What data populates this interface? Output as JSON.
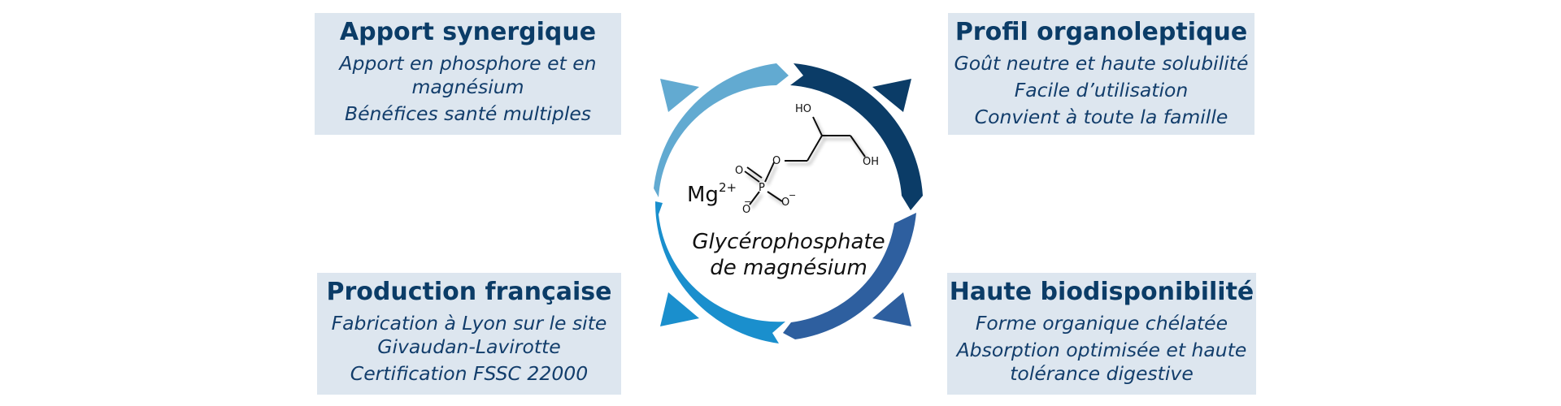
{
  "colors": {
    "box_bg": "#dde6ef",
    "title": "#0b3c67",
    "text": "#123d6b",
    "arc_top_left": "#62aad1",
    "arc_top_right": "#0b3c67",
    "arc_bottom_right": "#2e5f9f",
    "arc_bottom_left": "#1a8fcd"
  },
  "boxes": {
    "top_left": {
      "title": "Apport synergique",
      "lines": [
        "Apport en phosphore et en",
        "magnésium",
        "Bénéfices santé multiples"
      ]
    },
    "top_right": {
      "title": "Profil organoleptique",
      "lines": [
        "Goût neutre et haute solubilité",
        "Facile d’utilisation",
        "Convient à toute la famille"
      ]
    },
    "bottom_left": {
      "title": "Production française",
      "lines": [
        "Fabrication à Lyon sur le site",
        "Givaudan-Lavirotte",
        "Certification FSSC 22000"
      ]
    },
    "bottom_right": {
      "title": "Haute biodisponibilité",
      "lines": [
        "Forme organique chélatée",
        "Absorption optimisée et haute",
        "tolérance digestive"
      ]
    }
  },
  "center": {
    "label_line1": "Glycérophosphate",
    "label_line2": "de magnésium",
    "ion": "Mg",
    "ion_charge": "2+",
    "atoms": {
      "ho_top": "HO",
      "oh_right": "OH",
      "o_ester": "O",
      "o_double": "O",
      "p": "P",
      "o_minus_left": "O",
      "o_minus_right": "O",
      "minus": "−"
    }
  }
}
